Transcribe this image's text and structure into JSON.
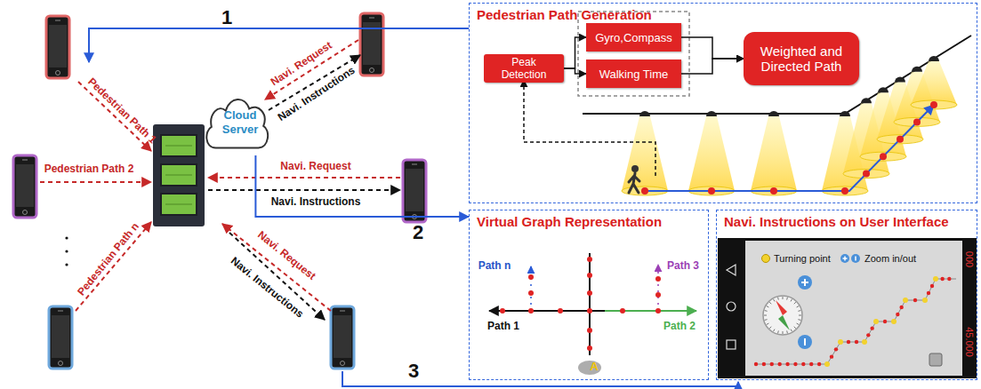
{
  "diagram": {
    "nodes": [
      {
        "text": [
          "Cloud Server"
        ]
      },
      {
        "text": [
          "Pedestrian Path Generation"
        ]
      },
      {
        "text": [
          "Peak Detection"
        ],
        "in": 1
      },
      {
        "text": [
          "Gyro,Compass"
        ],
        "in": 1
      },
      {
        "text": [
          "Walking Time"
        ],
        "in": 1
      },
      {
        "text": [
          "Weighted and Directed Path"
        ],
        "in": 1
      },
      {
        "text": [
          "Virtual Graph Representation"
        ]
      },
      {
        "text": [
          "Navi. Instructions on User Interface"
        ]
      }
    ],
    "edges": [
      {
        "from": 0,
        "to": 6,
        "arrow": "to"
      },
      {
        "from": 2,
        "to": 3,
        "arrow": "to"
      },
      {
        "from": 2,
        "to": 4,
        "arrow": "to"
      },
      {
        "from": 3,
        "to": 5,
        "arrow": "to"
      },
      {
        "from": 4,
        "to": 5,
        "arrow": "to"
      }
    ],
    "labels": [
      "1",
      "2",
      "3",
      "Pedestrian Path 1",
      "Pedestrian Path 2",
      "Pedestrian Path n",
      "Navi. Request",
      "Navi. Instructions",
      "Navi. Request",
      "Navi. Instructions",
      "Navi. Request",
      "Navi. Instructions",
      "Path n",
      "Path 3",
      "Path 1",
      "Path 2",
      "A",
      "000",
      "45.000"
    ],
    "legend": [
      {
        "text": "Turning point",
        "color": "#f2d22e"
      },
      {
        "text": "Zoom in/out"
      }
    ]
  }
}
